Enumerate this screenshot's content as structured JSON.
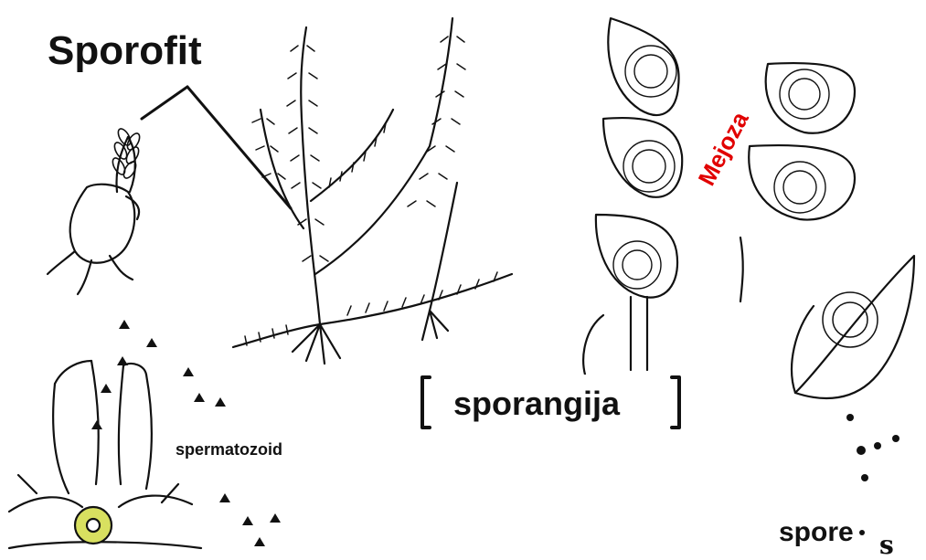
{
  "labels": {
    "sporofit": "Sporofit",
    "sporangija": "sporangija",
    "spermatozoid": "spermatozoid",
    "spore": "spore",
    "mejoza": "Mejoza",
    "clipped_letter": "s"
  },
  "colors": {
    "ink": "#111111",
    "mejoza": "#e10000",
    "egg": "#d8e060"
  }
}
